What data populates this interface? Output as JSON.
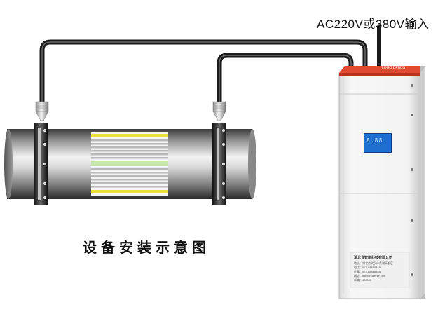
{
  "labels": {
    "power_input": "AC220V或380V输入",
    "caption": "设备安装示意图"
  },
  "cabinet": {
    "brand_text": "LOGO DPBDS",
    "display_text": "8.88",
    "nameplate_lines": [
      "湖北省智能科技有限公司",
      "地址：湖北省武汉市东湖开发区",
      "电话：027-88888888",
      "传真：027-88888888",
      "网址：www.example.com",
      "邮编：430000"
    ]
  },
  "colors": {
    "cabinet_top": "#d8402a",
    "display": "#1e6fd0",
    "pipe_dark": "#2c2c2c",
    "pipe_light": "#d0d0d0",
    "coil_yellow": "#e8e23a",
    "coil_green": "#c9e9a8"
  },
  "icons": [
    "probe-left-icon",
    "probe-right-icon",
    "flange-icon"
  ]
}
